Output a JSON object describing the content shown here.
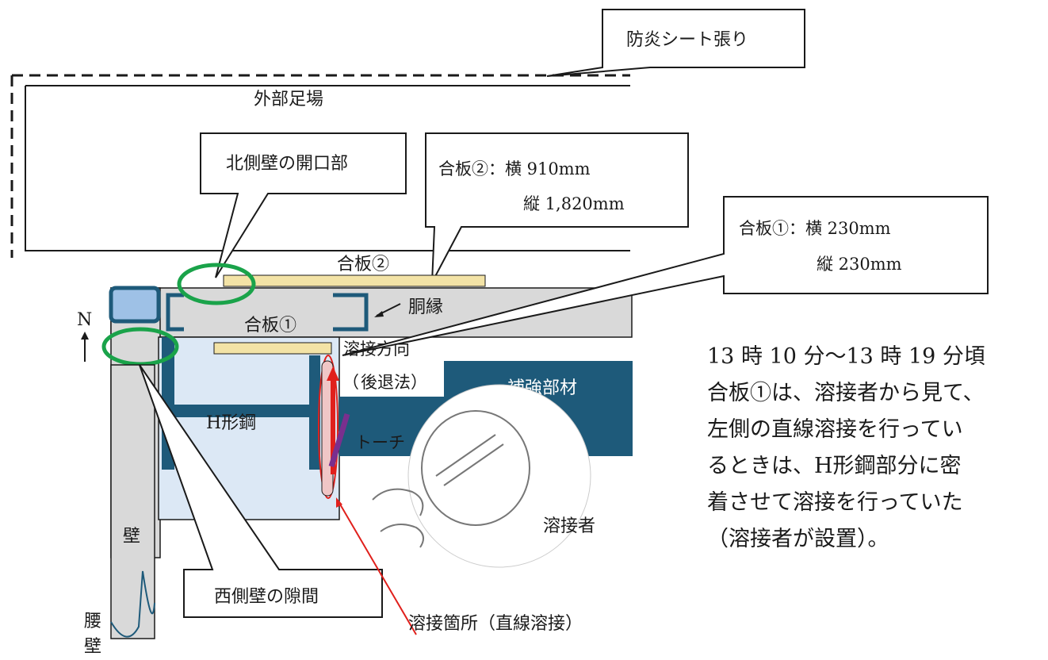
{
  "callouts": {
    "fire_sheet": "防炎シート張り",
    "north_opening": "北側壁の開口部",
    "plywood2_spec_line1": "合板②：横 910mm",
    "plywood2_spec_line2": "縦 1,820mm",
    "plywood1_spec_line1": "合板①：横 230mm",
    "plywood1_spec_line2": "縦 230mm",
    "west_gap": "西側壁の隙間",
    "weld_location": "溶接箇所（直線溶接）"
  },
  "labels": {
    "scaffold": "外部足場",
    "plywood2": "合板②",
    "plywood1": "合板①",
    "flange": "胴縁",
    "north": "N",
    "weld_direction": "溶接方向",
    "backstep_open": "（",
    "backstep": "後退法",
    "backstep_close": "）",
    "reinforcement": "補強部材",
    "h_beam": "H形鋼",
    "torch": "トーチ",
    "wall": "壁",
    "waist_wall_1": "腰",
    "waist_wall_2": "壁",
    "welder": "溶接者"
  },
  "note": {
    "line1": "13 時 10 分〜13 時 19 分頃",
    "line2": "合板①は、溶接者から見て、",
    "line3": "左側の直線溶接を行ってい",
    "line4": "るときは、H形鋼部分に密",
    "line5": "着させて溶接を行っていた",
    "line6": "（溶接者が設置）。"
  },
  "colors": {
    "steel_dark": "#1e5a7a",
    "wall_gray": "#d9d9d9",
    "panel_light": "#dce8f5",
    "plywood": "#f3e3a6",
    "highlight_green": "#1aa34a",
    "weld_red": "#e0201c",
    "torch_purple": "#7a2f8e"
  }
}
